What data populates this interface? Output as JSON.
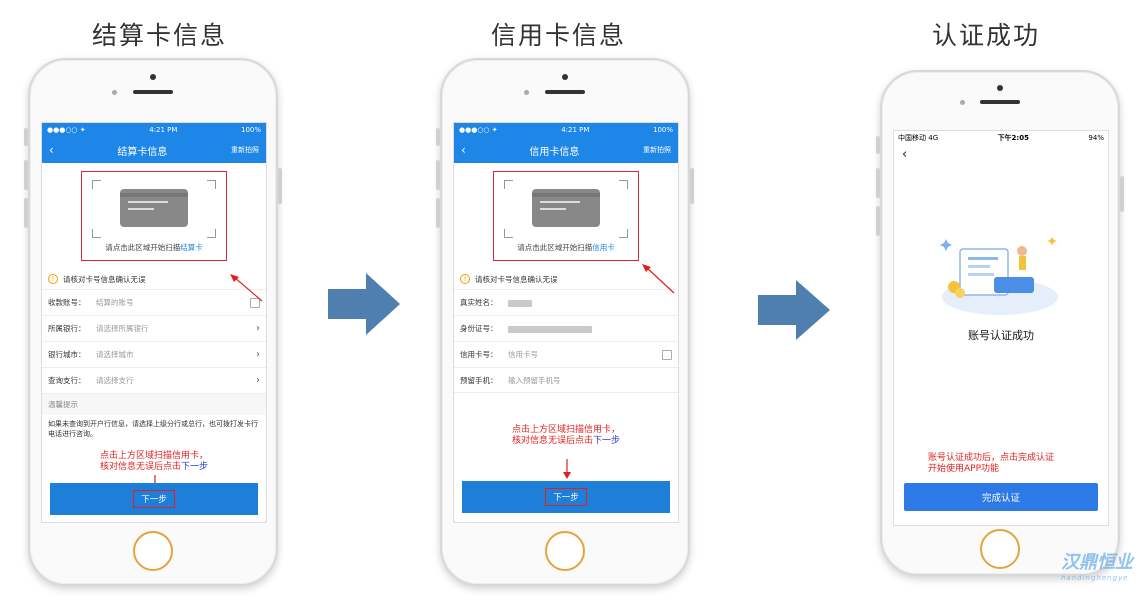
{
  "panels": [
    {
      "title": "结算卡信息"
    },
    {
      "title": "信用卡信息"
    },
    {
      "title": "认证成功"
    }
  ],
  "ios_status": {
    "carrier": "●●●○○ ✦",
    "time": "4:21 PM",
    "battery": "100%"
  },
  "settle": {
    "nav_title": "结算卡信息",
    "nav_right": "重新拍照",
    "scan_text": "请点击此区域开始扫描",
    "scan_highlight": "结算卡",
    "warn": "请核对卡号信息确认无误",
    "rows": [
      {
        "label": "收款账号：",
        "value": "结算的账号"
      },
      {
        "label": "所属银行：",
        "value": "请选择所属银行"
      },
      {
        "label": "银行城市：",
        "value": "请选择城市"
      },
      {
        "label": "查询支行：",
        "value": "请选择支行"
      }
    ],
    "tip_head": "温馨提示",
    "tip_body": "如果未查询到开户行信息，请选择上级分行或总行，也可拨打发卡行电话进行咨询。",
    "note_line1": "点击上方区域扫描信用卡，",
    "note_line2": "核对信息无误后点击",
    "note_link": "下一步",
    "next": "下一步"
  },
  "credit": {
    "nav_title": "信用卡信息",
    "nav_right": "重新拍照",
    "scan_text": "请点击此区域开始扫描",
    "scan_highlight": "信用卡",
    "warn": "请核对卡号信息确认无误",
    "rows": [
      {
        "label": "真实姓名：",
        "value": ""
      },
      {
        "label": "身份证号：",
        "value": ""
      },
      {
        "label": "信用卡号：",
        "value": "信用卡号"
      },
      {
        "label": "预留手机：",
        "value": "输入预留手机号"
      }
    ],
    "note_line1": "点击上方区域扫描信用卡，",
    "note_line2": "核对信息无误后点击",
    "note_link": "下一步",
    "next": "下一步"
  },
  "success": {
    "status_carrier": "中国移动",
    "status_net": "4G",
    "status_time": "下午2:05",
    "status_battery": "94%",
    "message": "账号认证成功",
    "note_line1": "账号认证成功后，点击完成认证",
    "note_line2": "开始使用APP功能",
    "done": "完成认证"
  },
  "watermark": {
    "text": "汉鼎恒业",
    "sub": "handinghengye"
  },
  "colors": {
    "blue": "#1e86e6",
    "red": "#d9263c",
    "arrow": "#4f7fae"
  }
}
